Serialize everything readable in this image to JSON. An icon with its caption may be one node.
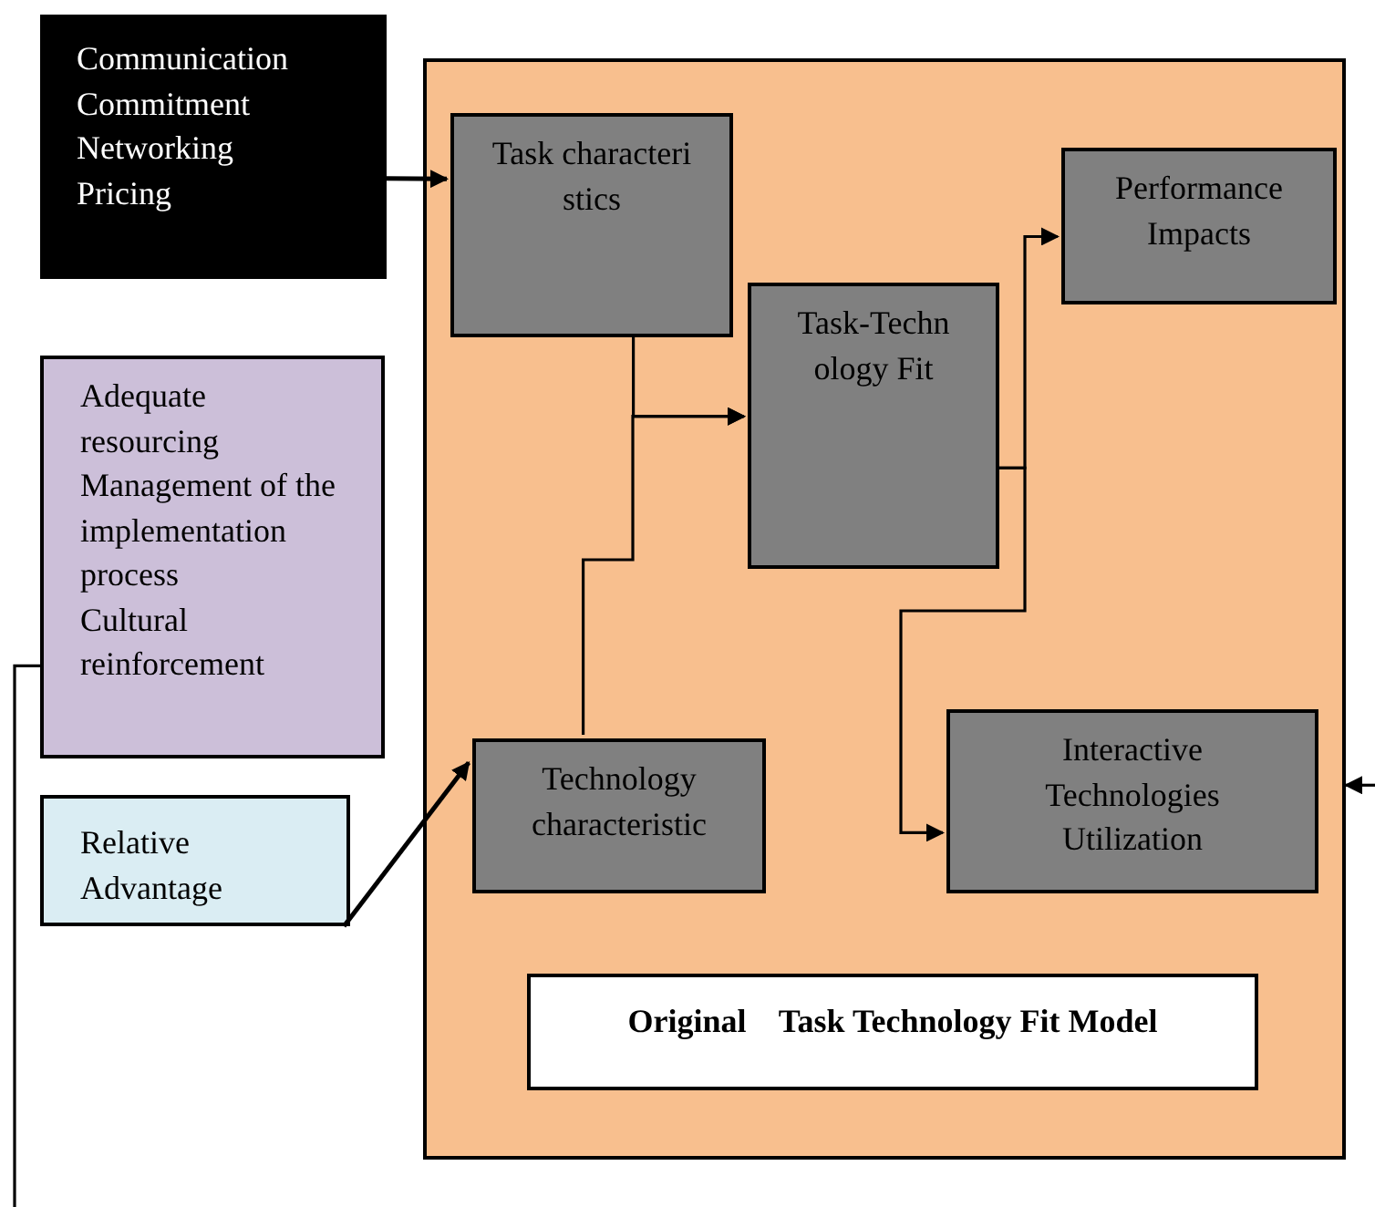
{
  "diagram": {
    "nodes": [
      {
        "text": [
          "Communication",
          "Commitment",
          "Networking",
          "Pricing"
        ]
      },
      {
        "text": [],
        "shape": "box"
      },
      {
        "text": [
          "Task characteristics"
        ],
        "in": 1
      },
      {
        "text": [
          "Task-Technology Fit"
        ],
        "in": 1
      },
      {
        "text": [
          "Performance Impacts"
        ],
        "in": 1
      },
      {
        "text": [
          "Technology characteristic"
        ],
        "in": 1
      },
      {
        "text": [
          "Interactive Technologies Utilization"
        ],
        "in": 1
      },
      {
        "text": [
          "Original    Task Technology Fit Model"
        ],
        "in": 1
      },
      {
        "text": [
          "Adequate resourcing",
          "Management of the implementation process",
          "Cultural reinforcement"
        ]
      },
      {
        "text": [
          "Relative Advantage"
        ]
      }
    ],
    "edges": [
      {
        "from": 0,
        "to": 2,
        "arrow": "to"
      },
      {
        "from": 2,
        "to": 3,
        "arrow": "to"
      },
      {
        "from": 5,
        "to": 3,
        "arrow": "to"
      },
      {
        "from": 3,
        "to": 4,
        "arrow": "to"
      },
      {
        "from": 3,
        "to": 6,
        "arrow": "to"
      },
      {
        "from": 9,
        "to": 5,
        "arrow": "to"
      },
      {
        "from": 8,
        "to": null,
        "arrow": "none"
      },
      {
        "from": null,
        "to": 1,
        "arrow": "to"
      }
    ]
  }
}
